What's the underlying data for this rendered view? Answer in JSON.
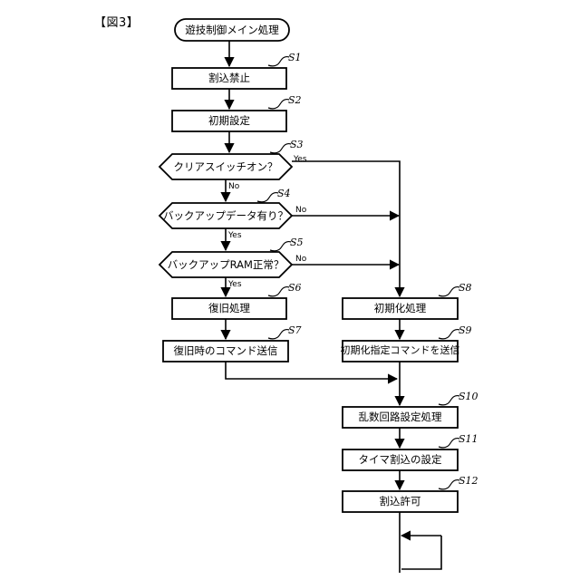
{
  "figure": {
    "label": "【図3】",
    "title_node": {
      "id": "start",
      "text": "遊技制御メイン処理",
      "shape": "rounded-terminal"
    }
  },
  "colors": {
    "stroke": "#000000",
    "fill": "#ffffff",
    "text": "#000000"
  },
  "nodes": [
    {
      "id": "start",
      "tag": "",
      "text": "遊技制御メイン処理",
      "shape": "terminal"
    },
    {
      "id": "s1",
      "tag": "S1",
      "text": "割込禁止",
      "shape": "process"
    },
    {
      "id": "s2",
      "tag": "S2",
      "text": "初期設定",
      "shape": "process"
    },
    {
      "id": "s3",
      "tag": "S3",
      "text": "クリアスイッチオン？",
      "shape": "decision"
    },
    {
      "id": "s4",
      "tag": "S4",
      "text": "バックアップデータ有り？",
      "shape": "decision"
    },
    {
      "id": "s5",
      "tag": "S5",
      "text": "バックアップRAM正常？",
      "shape": "decision"
    },
    {
      "id": "s6",
      "tag": "S6",
      "text": "復旧処理",
      "shape": "process"
    },
    {
      "id": "s7",
      "tag": "S7",
      "text": "復旧時のコマンド送信",
      "shape": "process"
    },
    {
      "id": "s8",
      "tag": "S8",
      "text": "初期化処理",
      "shape": "process"
    },
    {
      "id": "s9",
      "tag": "S9",
      "text": "初期化指定コマンドを送信",
      "shape": "process"
    },
    {
      "id": "s10",
      "tag": "S10",
      "text": "乱数回路設定処理",
      "shape": "process"
    },
    {
      "id": "s11",
      "tag": "S11",
      "text": "タイマ割込の設定",
      "shape": "process"
    },
    {
      "id": "s12",
      "tag": "S12",
      "text": "割込許可",
      "shape": "process"
    }
  ],
  "edge_labels": [
    {
      "id": "s3-yes",
      "text": "Yes"
    },
    {
      "id": "s3-no",
      "text": "No"
    },
    {
      "id": "s4-no",
      "text": "No"
    },
    {
      "id": "s4-yes",
      "text": "Yes"
    },
    {
      "id": "s5-no",
      "text": "No"
    },
    {
      "id": "s5-yes",
      "text": "Yes"
    }
  ]
}
